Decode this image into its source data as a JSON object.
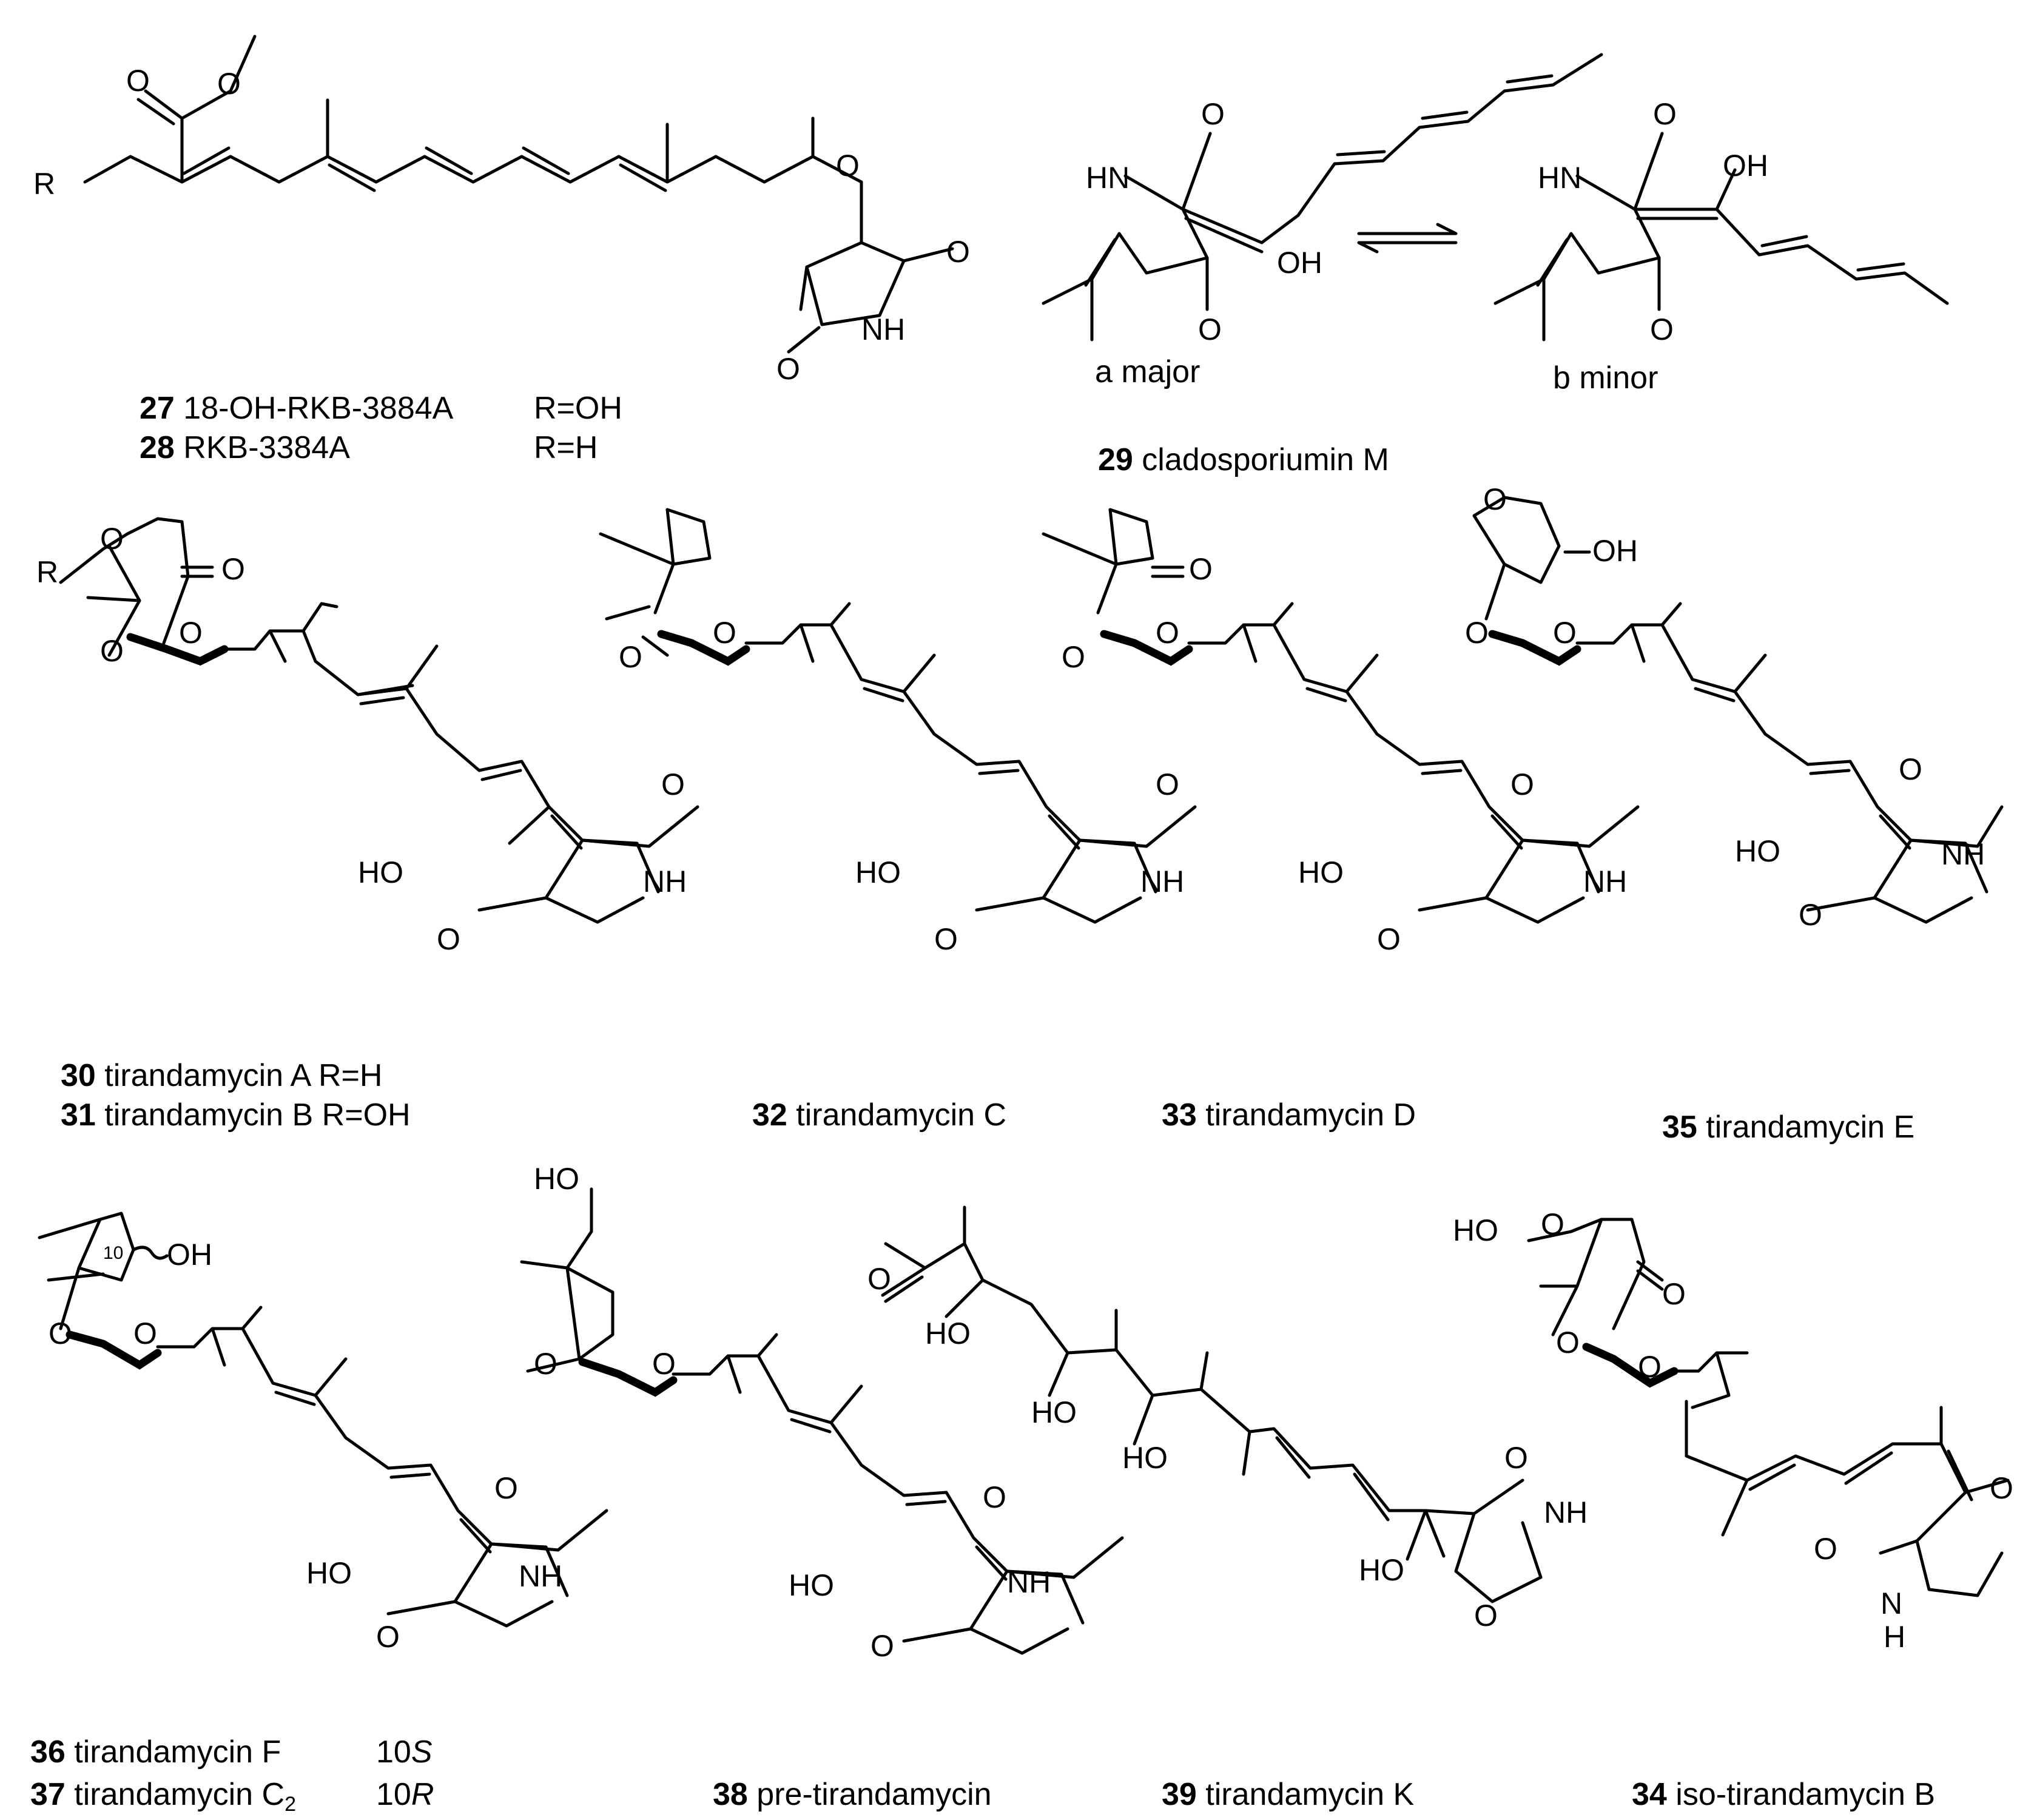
{
  "compounds": {
    "c27": {
      "number": "27",
      "name": "18-OH-RKB-3884A",
      "rgroup": "R=OH"
    },
    "c28": {
      "number": "28",
      "name": "RKB-3384A",
      "rgroup": "R=H"
    },
    "c29": {
      "number": "29",
      "name": "cladosporiumin M",
      "tautomer_a": "a major",
      "tautomer_b": "b minor"
    },
    "c30": {
      "number": "30",
      "name": "tirandamycin A",
      "rgroup": "R=H"
    },
    "c31": {
      "number": "31",
      "name": "tirandamycin B",
      "rgroup": "R=OH"
    },
    "c32": {
      "number": "32",
      "name": "tirandamycin C"
    },
    "c33": {
      "number": "33",
      "name": "tirandamycin D"
    },
    "c35": {
      "number": "35",
      "name": "tirandamycin  E"
    },
    "c36": {
      "number": "36",
      "name": "tirandamycin  F",
      "config_num": "10",
      "config_letter": "S"
    },
    "c37": {
      "number": "37",
      "name": "tirandamycin  C",
      "name_sub": "2",
      "config_num": "10",
      "config_letter": "R"
    },
    "c38": {
      "number": "38",
      "name": "pre-tirandamycin"
    },
    "c39": {
      "number": "39",
      "name": "tirandamycin K"
    },
    "c34": {
      "number": "34",
      "name": "iso-tirandamycin  B"
    }
  },
  "atoms": {
    "O": "O",
    "OH": "OH",
    "HO": "HO",
    "NH": "NH",
    "HN": "HN",
    "H": "H",
    "N": "N",
    "R": "R",
    "ten": "10"
  }
}
